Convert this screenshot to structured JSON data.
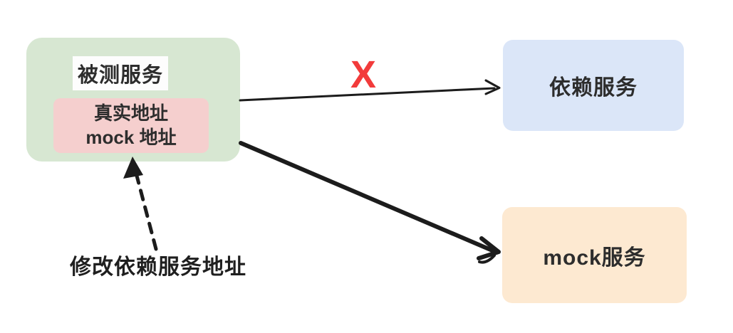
{
  "diagram": {
    "nodes": {
      "service_under_test": {
        "label": "被测服务"
      },
      "address_box": {
        "lines": [
          "真实地址",
          "mock 地址"
        ]
      },
      "dependency_service": {
        "label": "依赖服务"
      },
      "mock_service": {
        "label": "mock服务"
      }
    },
    "annotations": {
      "blocked_mark": "X",
      "modify_address_label": "修改依赖服务地址"
    },
    "colors": {
      "service_under_test_fill": "#d7e7d2",
      "address_box_fill": "#f5cfce",
      "dependency_service_fill": "#dbe6f8",
      "mock_service_fill": "#fde9d1",
      "blocked_mark_color": "#f23b3b",
      "arrow_color": "#1c1c1c"
    }
  }
}
